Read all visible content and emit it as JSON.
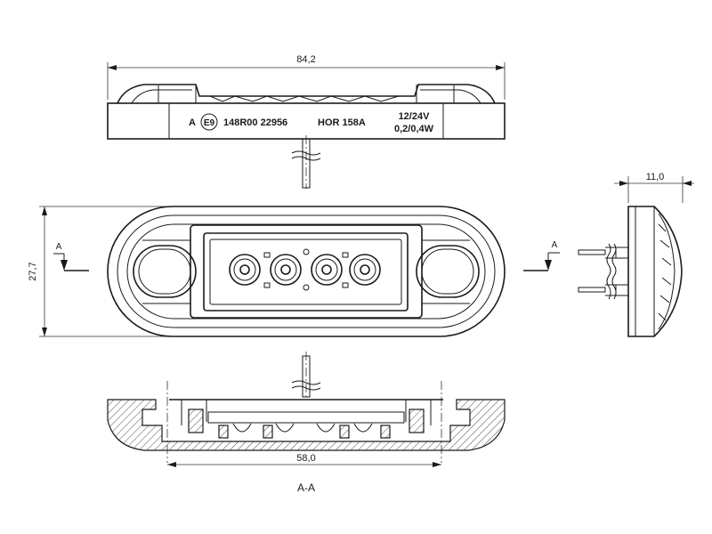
{
  "dimensions": {
    "overall_length": "84,2",
    "height": "27,7",
    "depth": "11,0",
    "hole_spacing": "58,0"
  },
  "label": {
    "approval_prefix": "A",
    "approval_mark": "E9",
    "approval_number": "148R00 22956",
    "model": "HOR 158A",
    "voltage": "12/24V",
    "power": "0,2/0,4W"
  },
  "section": {
    "marker_left": "A",
    "marker_right": "A",
    "title": "A-A"
  }
}
